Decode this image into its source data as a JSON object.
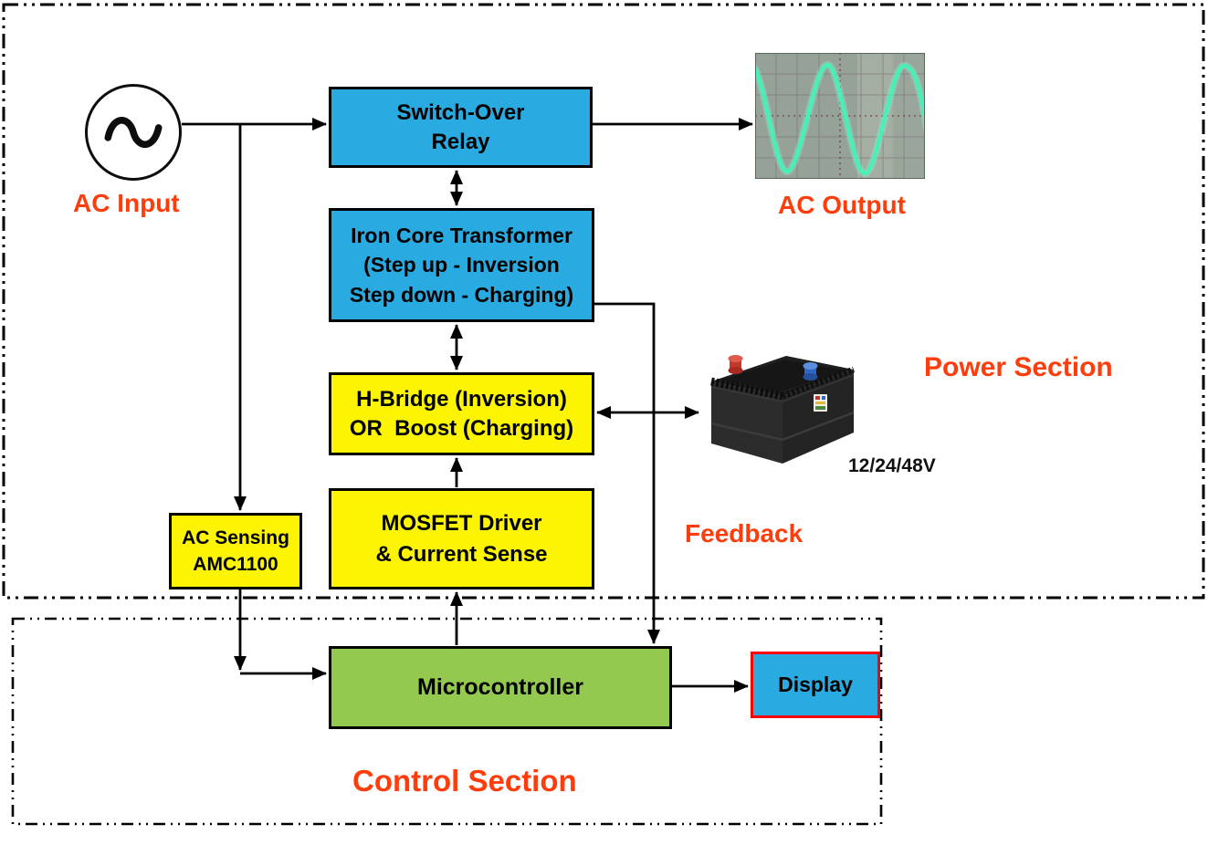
{
  "diagram": {
    "title_implicit": "Inverter / charger block diagram",
    "sections": {
      "power": {
        "label": "Power Section"
      },
      "control": {
        "label": "Control Section"
      }
    },
    "labels": {
      "ac_input": "AC Input",
      "ac_output": "AC Output",
      "feedback": "Feedback",
      "battery_voltage": "12/24/48V"
    },
    "blocks": {
      "switch_over_relay": {
        "line1": "Switch-Over",
        "line2": "Relay"
      },
      "transformer": {
        "line1": "Iron Core Transformer",
        "line2": "(Step up - Inversion",
        "line3": "Step down - Charging)"
      },
      "h_bridge": {
        "line1": "H-Bridge (Inversion)",
        "line2": "OR  Boost (Charging)"
      },
      "mosfet_driver": {
        "line1": "MOSFET Driver",
        "line2": "& Current Sense"
      },
      "ac_sensing": {
        "line1": "AC Sensing",
        "line2": "AMC1100"
      },
      "microcontroller": {
        "label": "Microcontroller"
      },
      "display": {
        "label": "Display"
      }
    },
    "icons": {
      "ac_source": "sine-wave-in-circle",
      "ac_output": "oscilloscope-sine-photo",
      "battery": "car-battery-photo"
    },
    "colors": {
      "block_blue": "#29ABE2",
      "block_yellow": "#FCF403",
      "block_green": "#92C94E",
      "label_red": "#FF3D0C",
      "display_border_red": "#FF0000",
      "connector_black": "#000000",
      "scope_wave_green": "#47F0B6"
    }
  }
}
